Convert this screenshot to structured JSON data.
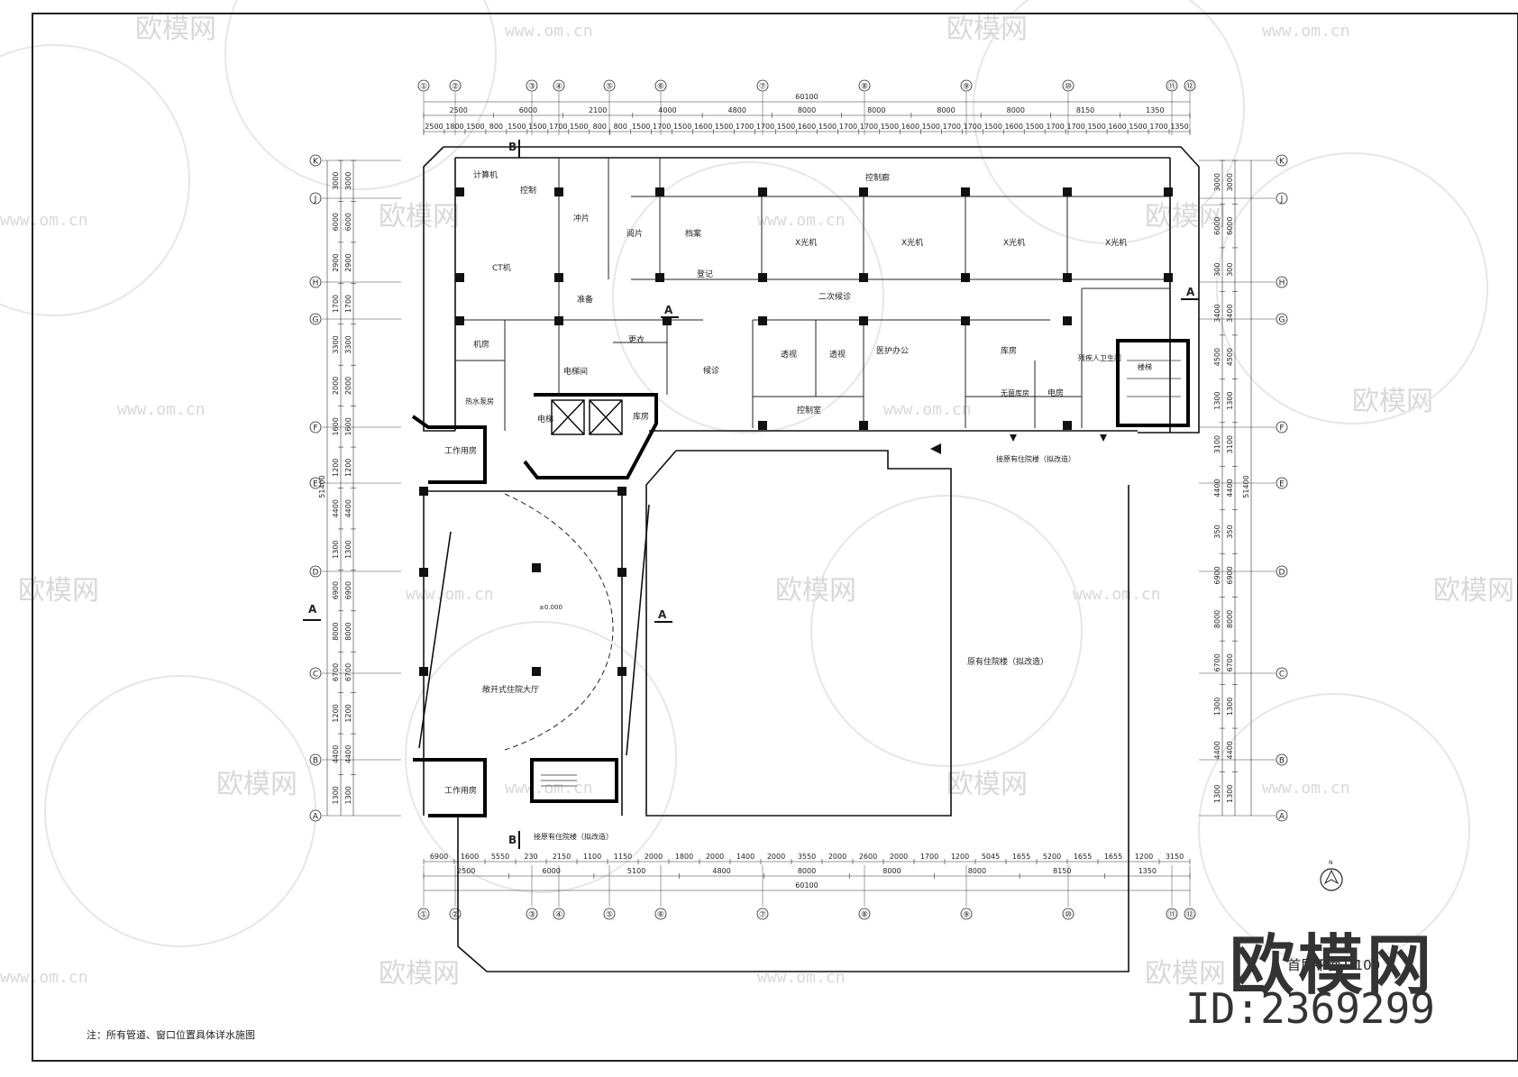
{
  "drawing": {
    "title": "首层平面1:100",
    "note": "注：所有管道、窗口位置具体详水施图",
    "brand": "欧模网",
    "id_label": "ID:2369299",
    "watermark_text": "欧模网",
    "watermark_url": "www.om.cn",
    "north_label": "N"
  },
  "grid": {
    "columns": [
      "①",
      "②",
      "③",
      "④",
      "⑤",
      "⑥",
      "⑦",
      "⑧",
      "⑨",
      "⑩",
      "⑪",
      "⑫"
    ],
    "rows": [
      "K",
      "J",
      "H",
      "G",
      "F",
      "E",
      "D",
      "C",
      "B",
      "A"
    ]
  },
  "dimensions": {
    "overall_width": "60100",
    "overall_height": "51400",
    "top_bays": [
      "2500",
      "6000",
      "2100",
      "4000",
      "4800",
      "8000",
      "8000",
      "8000",
      "8000",
      "8150",
      "1350"
    ],
    "top_sub": [
      "2500",
      "1800",
      "1500",
      "800",
      "1500",
      "1500",
      "1700",
      "1500",
      "800",
      "800",
      "1500",
      "1700",
      "1500",
      "1600",
      "1500",
      "1700",
      "1700",
      "1500",
      "1600",
      "1500",
      "1700",
      "1700",
      "1500",
      "1600",
      "1500",
      "1700",
      "1700",
      "1500",
      "1600",
      "1500",
      "1700",
      "1700",
      "1500",
      "1600",
      "1500",
      "1700",
      "1350"
    ],
    "bottom_bays": [
      "2500",
      "6000",
      "5100",
      "4800",
      "8000",
      "8000",
      "8000",
      "8150",
      "1350"
    ],
    "bottom_sub": [
      "6900",
      "1600",
      "5550",
      "230",
      "2150",
      "1100",
      "1150",
      "2000",
      "1800",
      "2000",
      "1400",
      "2000",
      "3550",
      "2000",
      "2600",
      "2000",
      "1700",
      "1200",
      "5045",
      "1655",
      "5200",
      "1655",
      "1655",
      "1200",
      "3150"
    ],
    "left_rows": [
      "3000",
      "6000",
      "2900",
      "1700",
      "3300",
      "2000",
      "1600",
      "1200",
      "4400",
      "1300",
      "6900",
      "8000",
      "6700",
      "1200",
      "4400",
      "1300"
    ],
    "right_rows": [
      "3000",
      "6000",
      "300",
      "3400",
      "4500",
      "1300",
      "3100",
      "4400",
      "350",
      "6900",
      "8000",
      "6700",
      "1300",
      "4400",
      "1300"
    ]
  },
  "rooms": {
    "computer": "计算机",
    "control": "控制",
    "wash": "冲片",
    "ct": "CT机",
    "machine": "机房",
    "view": "阅片",
    "archive": "档案",
    "reg": "登记",
    "prep": "准备",
    "change": "更衣",
    "power": "电梯间",
    "pump": "热水泵房",
    "store_left": "库房",
    "lift": "电梯",
    "waiting": "候诊",
    "control_hall": "控制廊",
    "xray1": "X光机",
    "xray2": "X光机",
    "xray3": "X光机",
    "xray4": "X光机",
    "second_wait": "二次候诊",
    "fluoro1": "透视",
    "fluoro2": "透视",
    "control_room": "控制室",
    "nurse": "医护办公",
    "store_right": "库房",
    "sterile": "无菌库房",
    "elec": "电房",
    "disabled_wc": "残疾人卫生间",
    "stairs": "楼梯",
    "work_top": "工作用房",
    "work_bottom": "工作用房",
    "hall": "敞开式住院大厅",
    "existing": "原有住院楼（拟改造）",
    "connect_top": "接原有住院楼（拟改造）",
    "connect_bottom": "接原有住院楼（拟改造）",
    "elev_hall": "±0.000"
  },
  "section_marks": {
    "a_left": "A",
    "a_mid": "A",
    "a_right": "A",
    "a_top": "A",
    "b_top": "B",
    "b_bottom": "B"
  },
  "colors": {
    "line": "#222222",
    "wall": "#111111",
    "watermark": "#d8d8d8"
  }
}
